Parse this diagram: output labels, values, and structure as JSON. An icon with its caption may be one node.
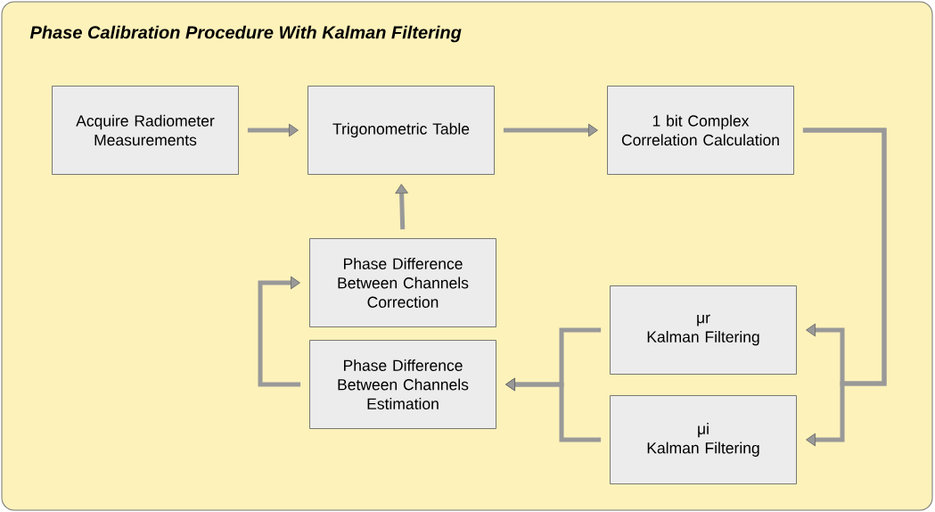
{
  "diagram": {
    "title": "Phase Calibration Procedure With Kalman Filtering",
    "nodes": [
      {
        "text": [
          "Acquire Radiometer Measurements"
        ]
      },
      {
        "text": [
          "Trigonometric Table"
        ]
      },
      {
        "text": [
          "1 bit Complex Correlation Calculation"
        ]
      },
      {
        "text": [
          "Phase Difference Between Channels Correction"
        ]
      },
      {
        "text": [
          "Phase Difference Between Channels Estimation"
        ]
      },
      {
        "text": [
          "μr",
          "Kalman Filtering"
        ]
      },
      {
        "text": [
          "μi",
          "Kalman Filtering"
        ]
      }
    ],
    "edges": [
      {
        "from": 0,
        "to": 1,
        "arrow": "to"
      },
      {
        "from": 1,
        "to": 2,
        "arrow": "to"
      },
      {
        "from": 3,
        "to": 1,
        "arrow": "to"
      },
      {
        "from": 2,
        "to": 5,
        "arrow": "to"
      },
      {
        "from": 2,
        "to": 6,
        "arrow": "to"
      },
      {
        "from": 5,
        "to": 4,
        "arrow": "to"
      },
      {
        "from": 6,
        "to": 4,
        "arrow": "to"
      },
      {
        "from": 4,
        "to": 3,
        "arrow": "to"
      }
    ]
  }
}
